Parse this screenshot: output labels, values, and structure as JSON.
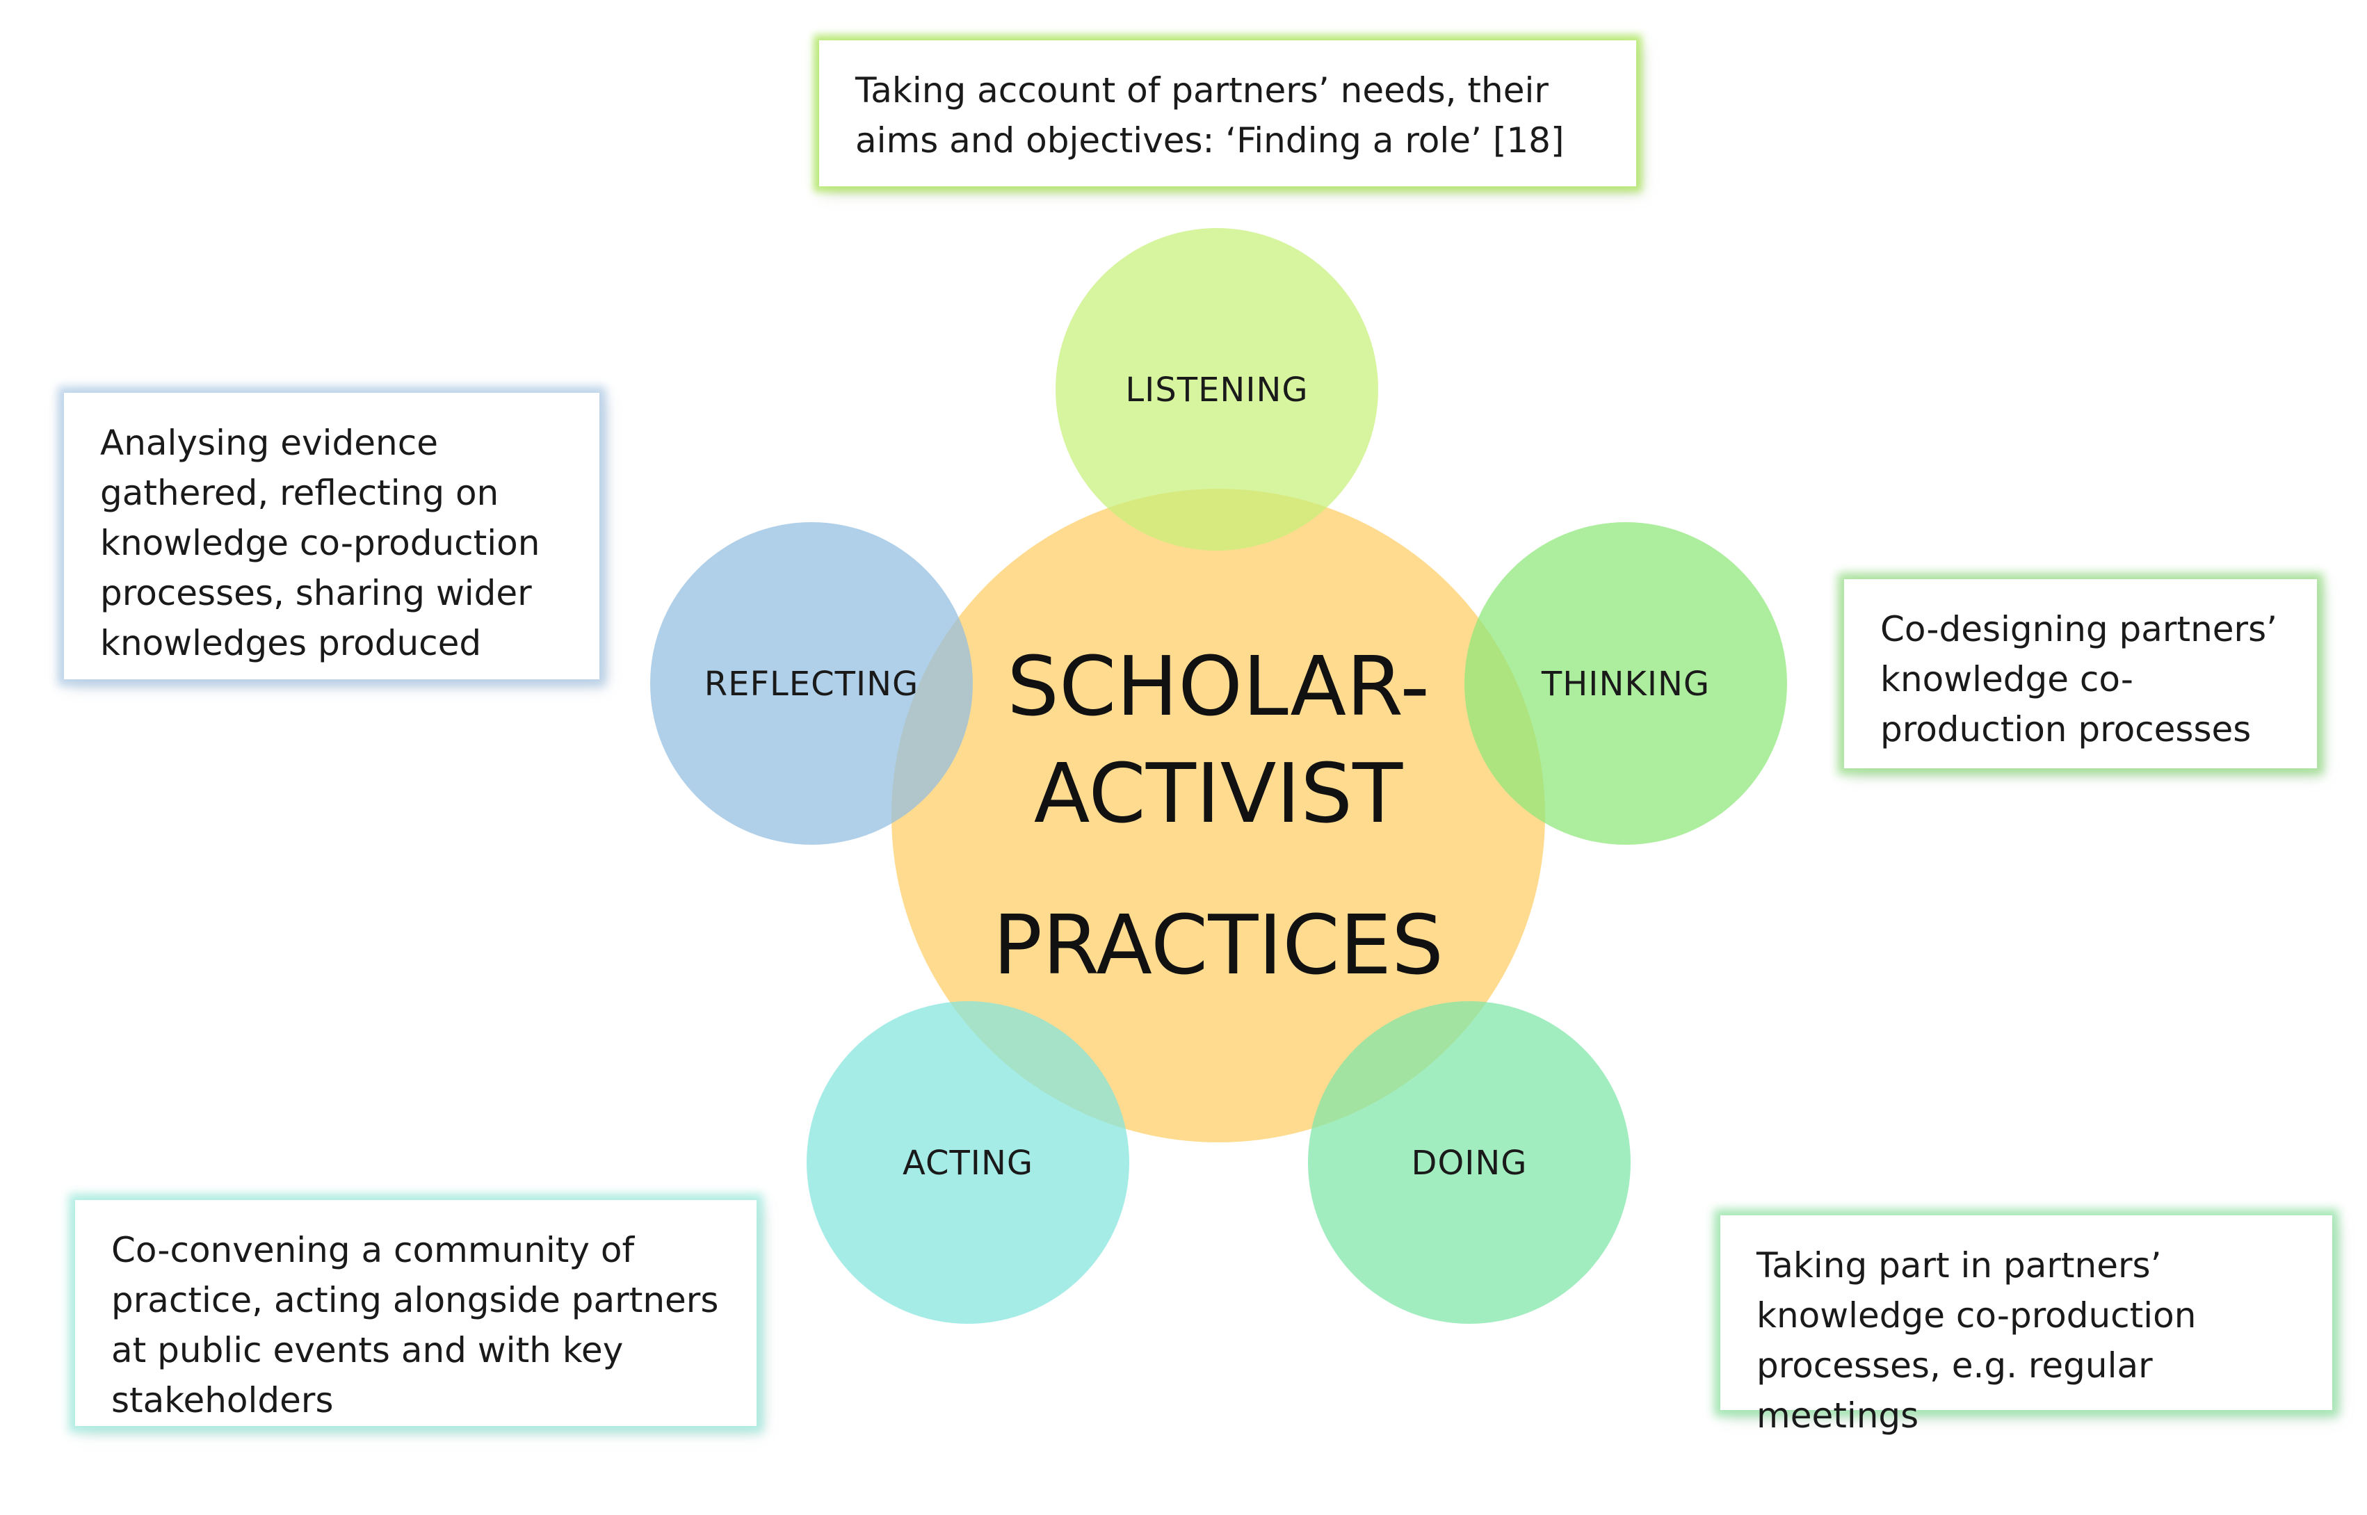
{
  "diagram": {
    "center": {
      "lines": [
        "SCHOLAR-",
        "ACTIVIST",
        "PRACTICES"
      ],
      "fill": "#FFD98A"
    },
    "practices": [
      {
        "id": "listening",
        "label": "LISTENING",
        "fill": "#C8F07A",
        "note": "Taking account of partners’ needs, their aims and objectives: ‘Finding a role’ [18]"
      },
      {
        "id": "thinking",
        "label": "THINKING",
        "fill": "#8EE878",
        "note": "Co-designing partners’ knowledge co-production processes"
      },
      {
        "id": "doing",
        "label": "DOING",
        "fill": "#7EE6A8",
        "note": "Taking part in partners’ knowledge co-production processes, e.g. regular meetings"
      },
      {
        "id": "acting",
        "label": "ACTING",
        "fill": "#82E4DE",
        "note": "Co-convening a community of practice, acting alongside partners at public events and with key stakeholders"
      },
      {
        "id": "reflecting",
        "label": "REFLECTING",
        "fill": "#92BEE0",
        "note": "Analysing evidence gathered, reflecting on knowledge co-production processes, sharing wider knowledges produced"
      }
    ]
  }
}
